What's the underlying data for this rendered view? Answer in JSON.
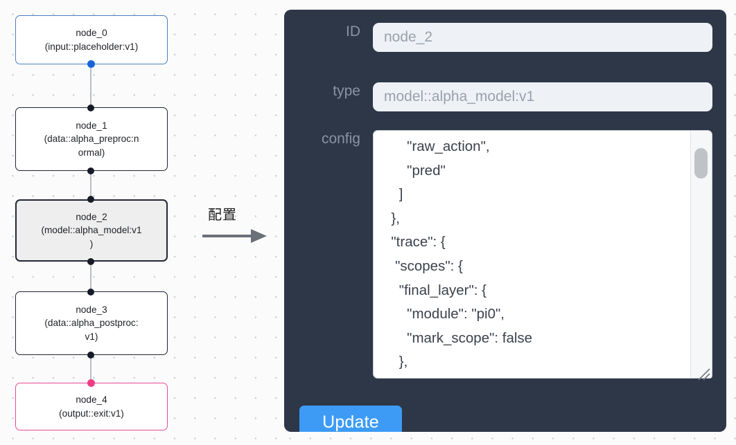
{
  "graph": {
    "nodes": [
      {
        "id": "node_0",
        "title": "node_0",
        "subtitle": "(input::placeholder:v1)",
        "state": "input"
      },
      {
        "id": "node_1",
        "title": "node_1",
        "subtitle": "(data::alpha_preproc:n\normal)",
        "state": "default"
      },
      {
        "id": "node_2",
        "title": "node_2",
        "subtitle": "(model::alpha_model:v1\n)",
        "state": "selected"
      },
      {
        "id": "node_3",
        "title": "node_3",
        "subtitle": "(data::alpha_postproc:\nv1)",
        "state": "default"
      },
      {
        "id": "node_4",
        "title": "node_4",
        "subtitle": "(output::exit:v1)",
        "state": "output"
      }
    ],
    "colors": {
      "input_border": "#4a7ec4",
      "selected_border": "#222734",
      "selected_fill": "#eeeeee",
      "output_border": "#e84a93",
      "edge": "#b9bcc2",
      "handle": "#161b28",
      "handle_input": "#1565d8",
      "handle_output": "#ef3c8a"
    }
  },
  "annotation": {
    "caption": "配置",
    "arrow": "right-arrow"
  },
  "panel": {
    "background": "#2d3748",
    "fields": [
      {
        "label": "ID",
        "value": "node_2"
      },
      {
        "label": "type",
        "value": "model::alpha_model:v1"
      }
    ],
    "config": {
      "label": "config",
      "value": "      \"raw_action\",\n      \"pred\"\n    ]\n  },\n  \"trace\": {\n   \"scopes\": {\n    \"final_layer\": {\n      \"module\": \"pi0\",\n      \"mark_scope\": false\n    },\n    \"action_model\": {",
      "scrollbar": {
        "visible": true,
        "thumb_position_pct": 7
      }
    },
    "update_label": "Update",
    "accent": "#3d9bf6"
  }
}
